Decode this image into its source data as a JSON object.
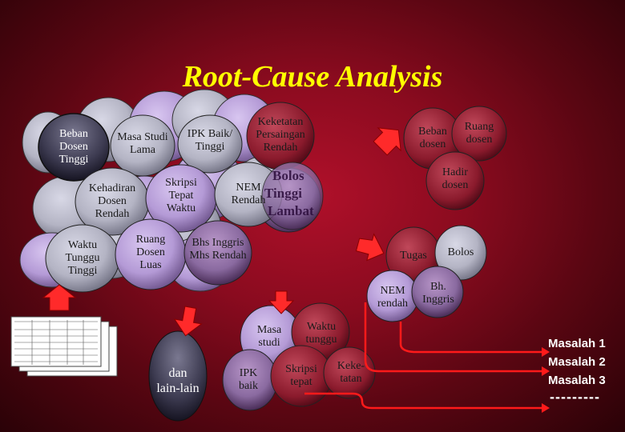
{
  "title": "Root-Cause Analysis",
  "bubbles": {
    "beban_dosen_tinggi": "Beban\nDosen\nTinggi",
    "masa_studi_lama": "Masa Studi\nLama",
    "ipk_baik_tinggi": "IPK Baik/\nTinggi",
    "keketatan_persaingan_rendah": "Keketatan\nPersaingan\nRendah",
    "kehadiran_dosen_rendah": "Kehadiran\nDosen\nRendah",
    "skripsi_tepat_waktu": "Skripsi\nTepat\nWaktu",
    "nem_rendah": "NEM\nRendah",
    "waktu_tunggu_tinggi": "Waktu\nTunggu\nTinggi",
    "ruang_dosen_luas": "Ruang\nDosen\nLuas",
    "bhs_inggris_mhs_rendah": "Bhs Inggris\nMhs Rendah",
    "beban_dosen": "Beban\ndosen",
    "ruang_dosen": "Ruang\ndosen",
    "hadir_dosen": "Hadir\ndosen",
    "tugas": "Tugas",
    "bolos": "Bolos",
    "nem_rendah_small": "NEM\nrendah",
    "bh_inggris": "Bh.\nInggris",
    "masa_studi": "Masa\nstudi",
    "waktu_tunggu": "Waktu\ntunggu",
    "ipk_baik": "IPK\nbaik",
    "skripsi_tepat": "Skripsi\ntepat",
    "kekeketatan": "Keke-\ntatan",
    "dan_lain_lain": "dan\nlain-lain"
  },
  "obscured_text": {
    "line1": "Bolos",
    "line2": "Tinggi",
    "line3": "Lambat"
  },
  "masalah": [
    "Masalah 1",
    "Masalah 2",
    "Masalah 3"
  ],
  "ellipsis": "---------",
  "colors": {
    "title": "#ffff00",
    "background": "#8a0b1f",
    "arrow": "#ff2a2a",
    "bubble_gray": "#b8b8c6",
    "bubble_purple": "#a88ab8"
  }
}
